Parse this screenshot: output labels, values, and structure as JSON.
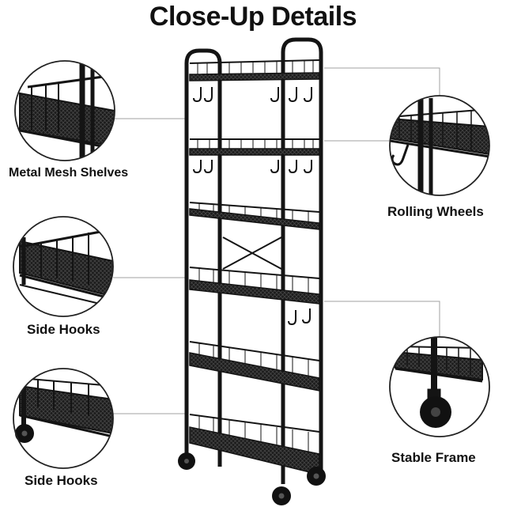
{
  "title": "Close-Up Details",
  "callouts": {
    "top_left": "Metal Mesh Shelves",
    "mid_left": "Side Hooks",
    "bottom_left": "Side Hooks",
    "top_right": "Rolling Wheels",
    "bottom_right": "Stable Frame"
  },
  "colors": {
    "frame": "#141414",
    "mesh": "#3a3a3a",
    "leader": "#9a9a9a",
    "circle": "#222222"
  }
}
